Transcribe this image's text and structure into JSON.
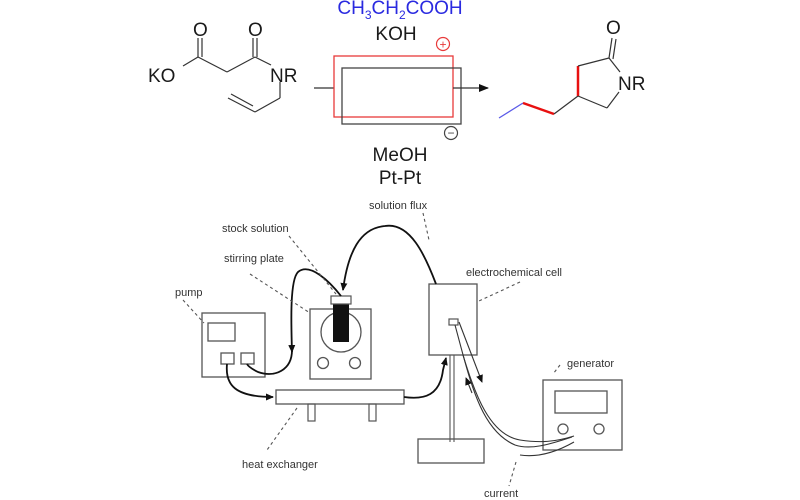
{
  "reaction": {
    "reactant": {
      "ko_label": "KO",
      "o1_label": "O",
      "o2_label": "O",
      "nr_label": "NR"
    },
    "reagents": {
      "top_line1_parts": [
        "CH",
        "3",
        "CH",
        "2",
        "COOH"
      ],
      "top_line2": "KOH",
      "bottom_line1": "MeOH",
      "bottom_line2": "Pt-Pt"
    },
    "electrodes": {
      "anode_symbol": "+",
      "cathode_symbol": "−",
      "anode_color": "#e83a3a",
      "cathode_color": "#333333"
    },
    "product": {
      "o_label": "O",
      "nr_label": "NR",
      "highlight_red": "#e81010",
      "highlight_blue": "#5a5ae8"
    }
  },
  "apparatus": {
    "labels": {
      "stock_solution": "stock solution",
      "stirring_plate": "stirring plate",
      "pump": "pump",
      "solution_flux": "solution flux",
      "electrochemical_cell": "electrochemical cell",
      "generator": "generator",
      "heat_exchanger": "heat exchanger",
      "current": "current"
    }
  }
}
